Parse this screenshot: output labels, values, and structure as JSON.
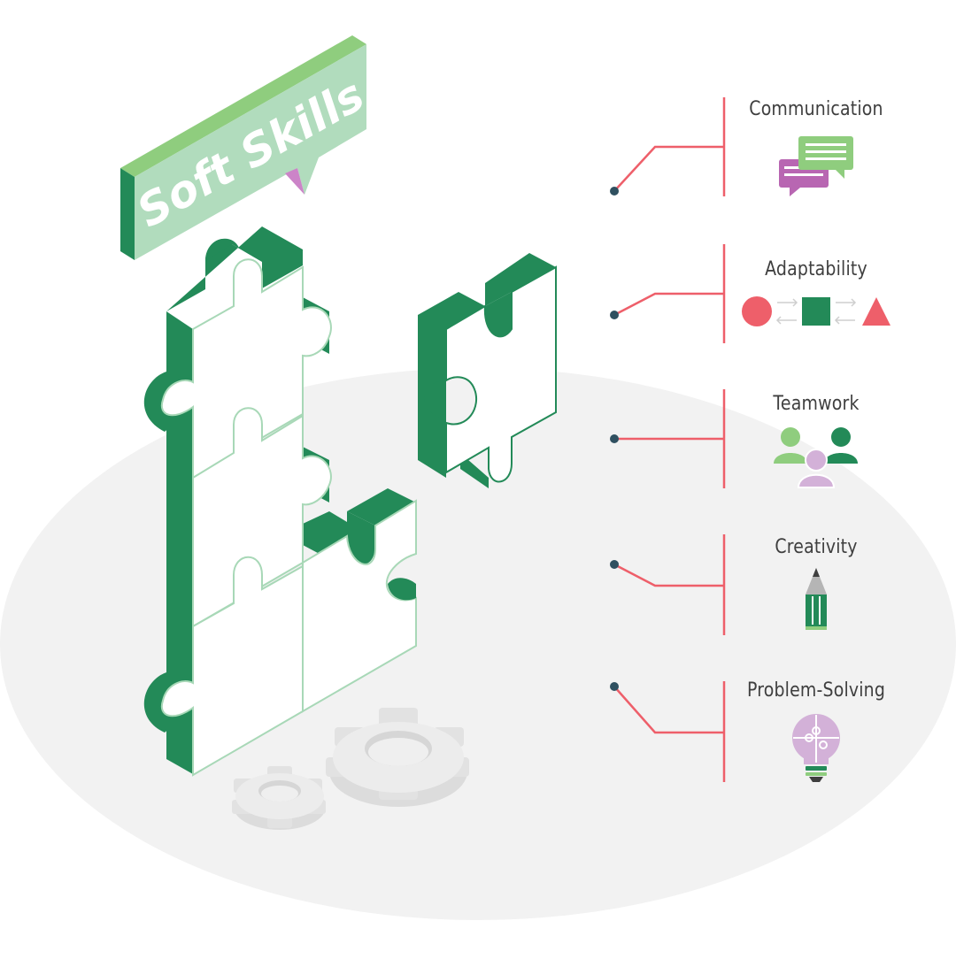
{
  "title": "Soft Skills",
  "colors": {
    "dark_green": "#238a58",
    "mid_green": "#8fcd7e",
    "light_green": "#b1dcbd",
    "outline_green": "#a8d8b7",
    "red": "#ee5f6a",
    "purple": "#b866b2",
    "lavender": "#d3b1d8",
    "dot": "#2f5060",
    "ground": "#f2f2f2"
  },
  "skills": [
    {
      "label": "Communication",
      "icon": "chat-bubbles-icon"
    },
    {
      "label": "Adaptability",
      "icon": "shape-transform-icon"
    },
    {
      "label": "Teamwork",
      "icon": "team-people-icon"
    },
    {
      "label": "Creativity",
      "icon": "pencil-icon"
    },
    {
      "label": "Problem-Solving",
      "icon": "lightbulb-puzzle-icon"
    }
  ]
}
